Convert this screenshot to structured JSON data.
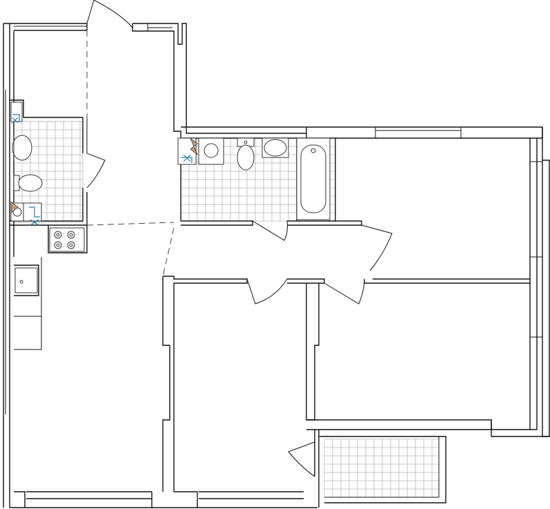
{
  "plan": {
    "kind": "apartment floor plan",
    "colors": {
      "wall": "#111111",
      "tile_grid": "#b5b5b5",
      "utility_accent": "#1a7fb0",
      "riser_fill": "#c89a76",
      "background": "#ffffff"
    },
    "rooms": [
      "hall-and-kitchen-living",
      "bathroom-left",
      "bathroom-top",
      "bedroom-top-right",
      "bedroom-middle",
      "bedroom-large-right",
      "loggia"
    ],
    "fixtures": [
      "toilet-icon",
      "sink-icon",
      "bathtub-icon",
      "stove-icon",
      "kitchen-sink-icon",
      "washing-machine-icon",
      "water-riser-icon"
    ]
  }
}
